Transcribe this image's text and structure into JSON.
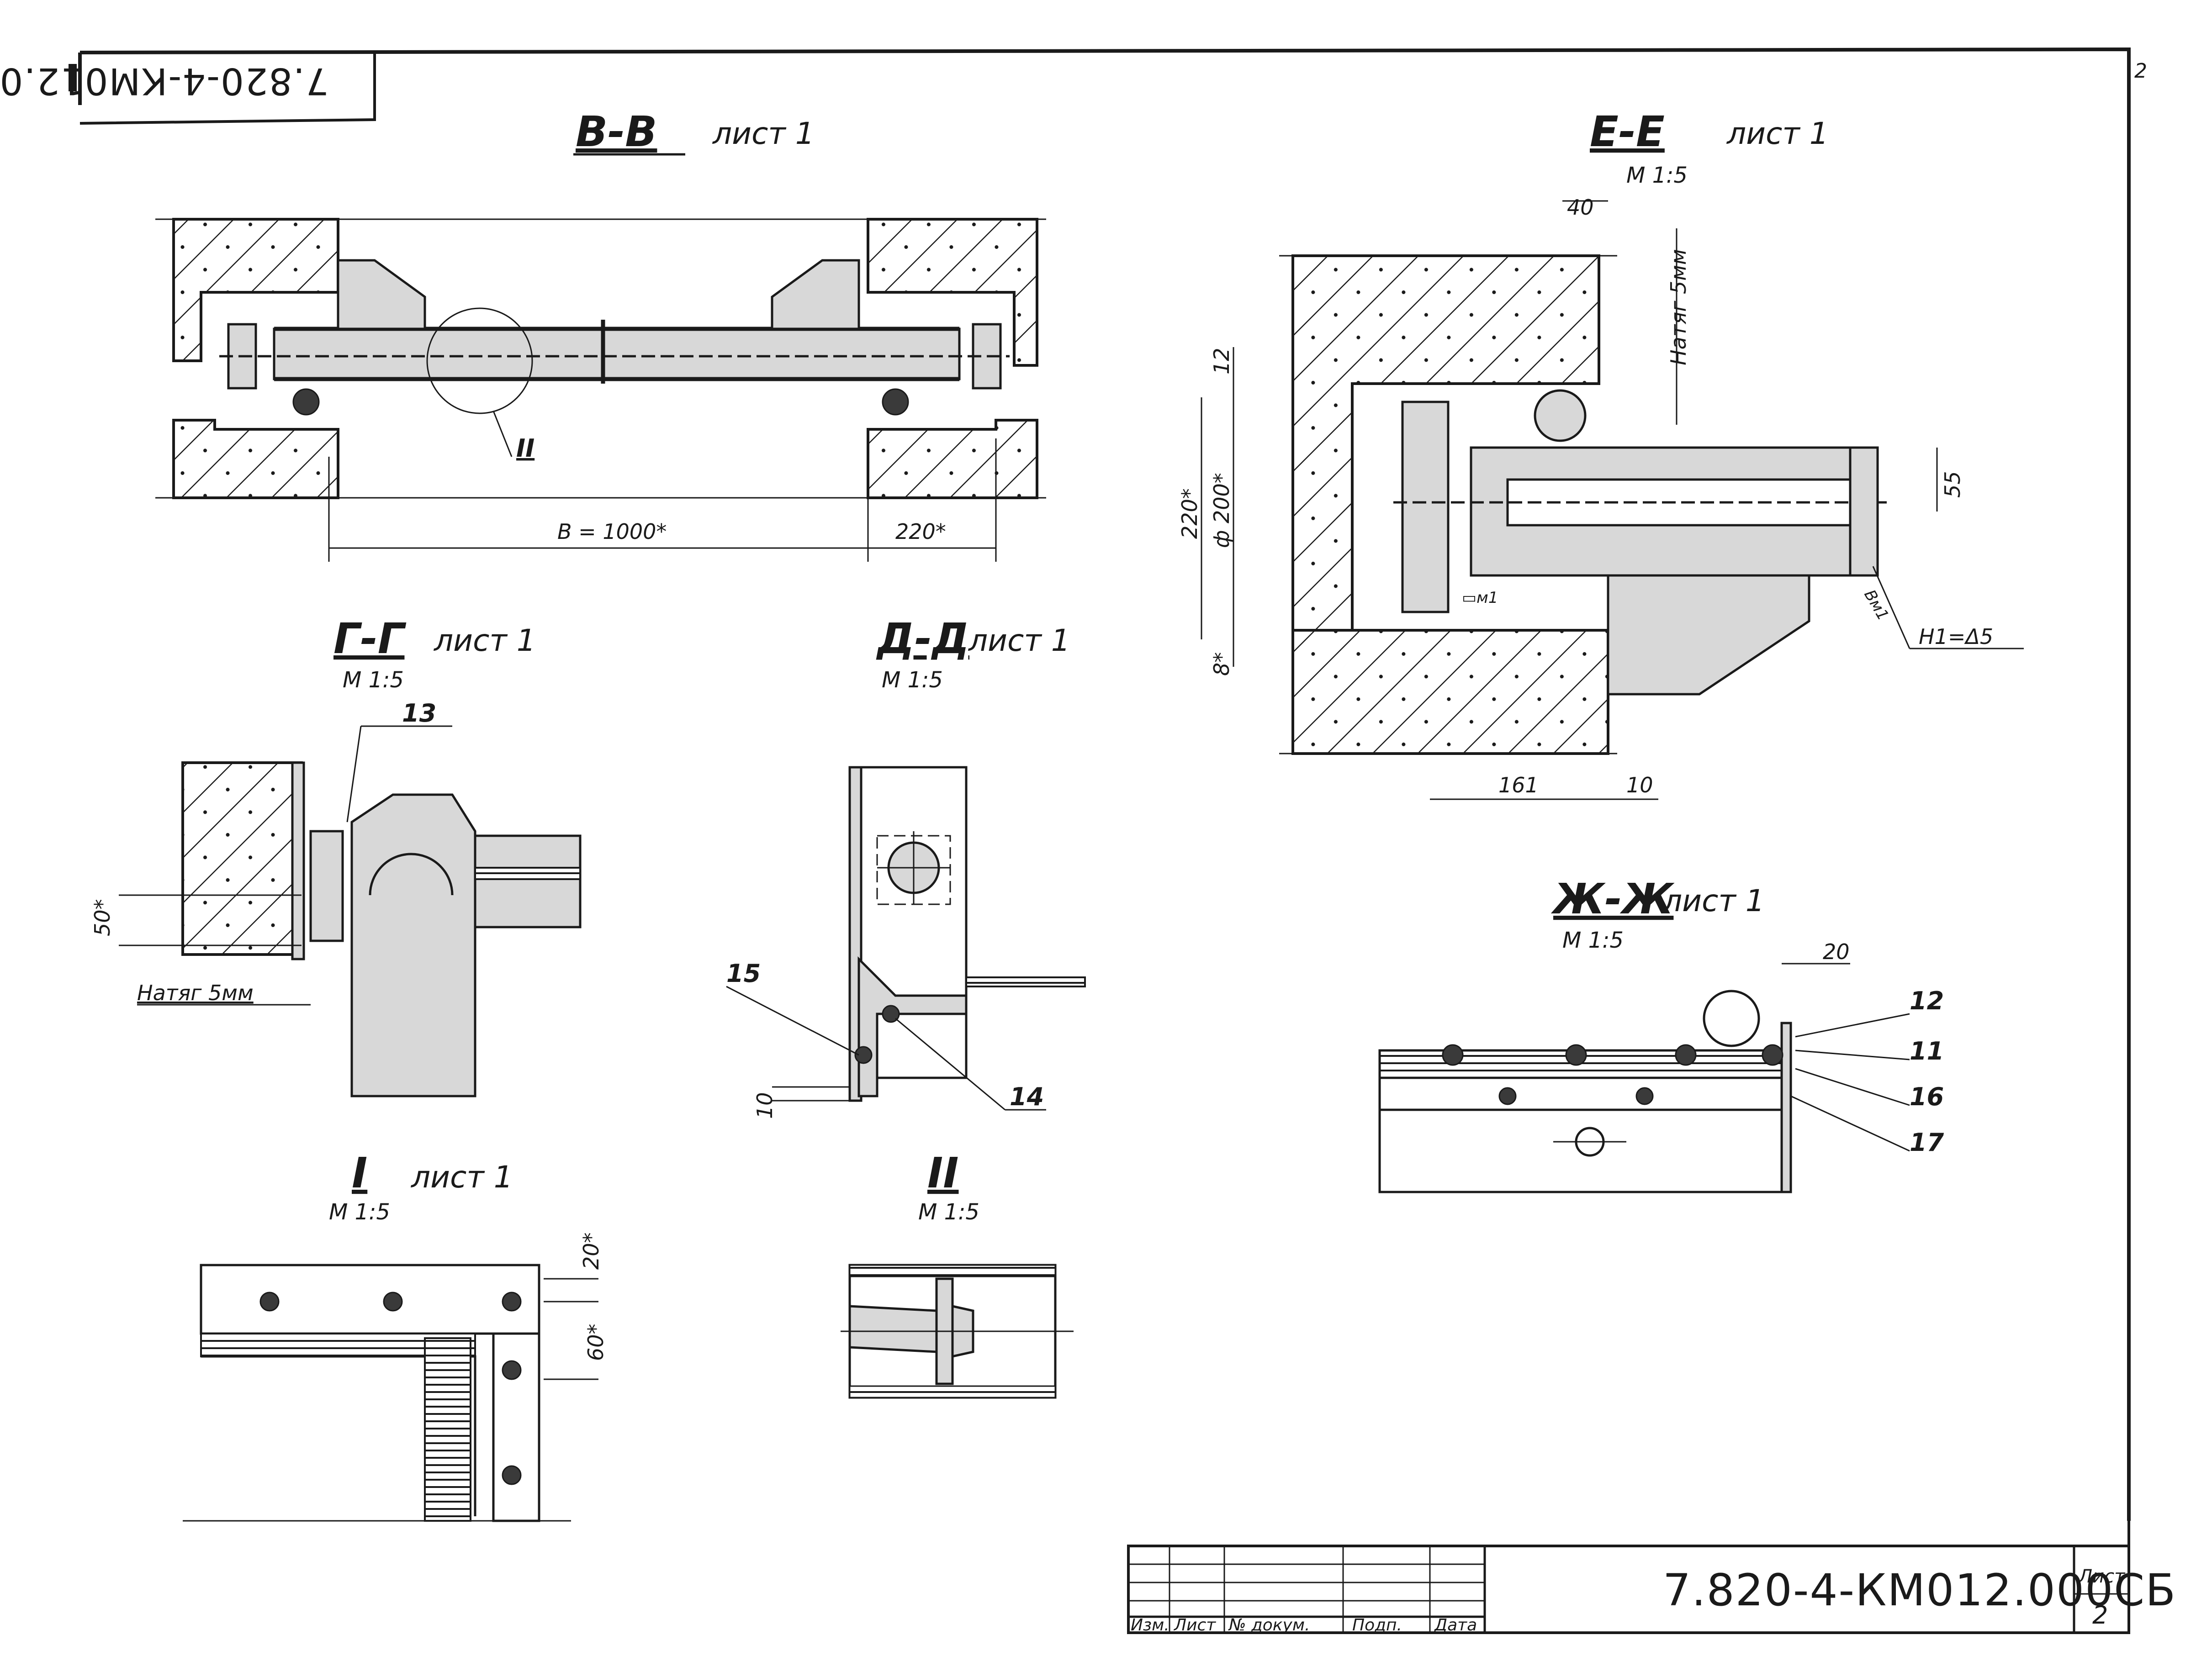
{
  "drawing": {
    "code_top_left": "7.820-4-КМ012.0",
    "corner_mark": "2",
    "sections": {
      "bb": {
        "title": "В-В",
        "sheet": "лист 1",
        "dim_width": "В = 1000*",
        "dim_side": "220*",
        "callout": "II"
      },
      "gg": {
        "title": "Г-Г",
        "sheet": "лист 1",
        "scale": "М 1:5",
        "dim_50": "50*",
        "note": "Натяг 5мм",
        "item_13": "13"
      },
      "dd": {
        "title": "Д-Д",
        "sheet": "лист 1",
        "scale": "М 1:5",
        "item_15": "15",
        "item_14": "14",
        "dim_10": "10"
      },
      "ee": {
        "title": "Е-Е",
        "sheet": "лист 1",
        "scale": "М 1:5",
        "dim_40": "40",
        "note": "Натяг 5мм",
        "dim_12": "12",
        "dim_220": "220*",
        "dim_phi200": "ф 200*",
        "dim_8": "8*",
        "dim_55": "55",
        "dim_161": "161",
        "dim_10": "10",
        "weld_h": "Н1=Δ5",
        "weld_m": "▭м1",
        "weld_v": "Вм1"
      },
      "zhzh": {
        "title": "Ж-Ж",
        "sheet": "лист 1",
        "scale": "М 1:5",
        "dim_20": "20",
        "item_12": "12",
        "item_11": "11",
        "item_16": "16",
        "item_17": "17"
      },
      "i": {
        "title": "I",
        "sheet": "лист 1",
        "scale": "М 1:5",
        "dim_20": "20*",
        "dim_60": "60*"
      },
      "ii": {
        "title": "II",
        "scale": "М 1:5"
      }
    },
    "title_block": {
      "col_izm": "Изм.",
      "col_list": "Лист",
      "col_doc": "№ докум.",
      "col_sign": "Подп.",
      "col_date": "Дата",
      "code": "7.820-4-КМ012.000СБ",
      "sheet_label": "Лист",
      "sheet_no": "2"
    }
  }
}
